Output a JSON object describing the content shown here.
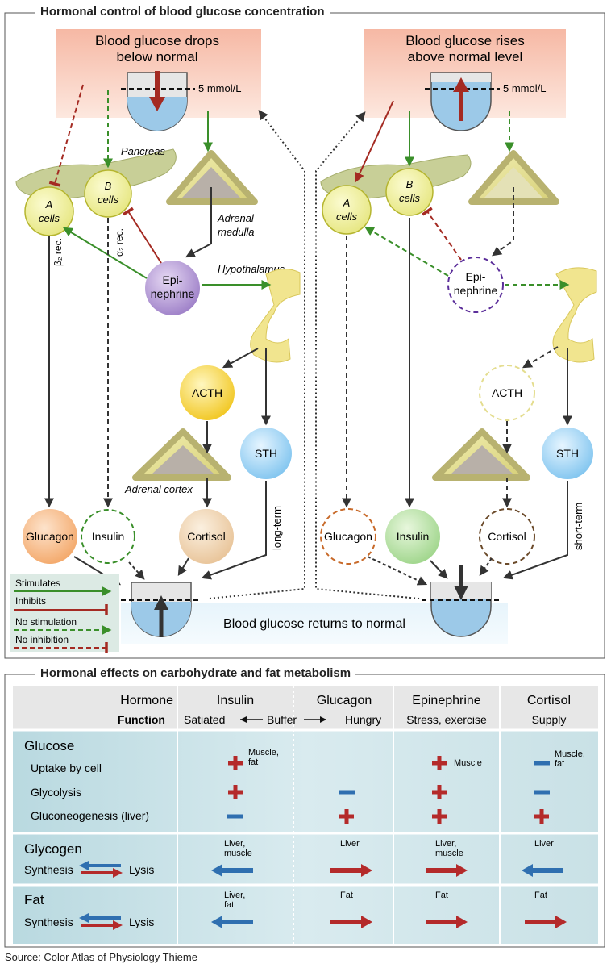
{
  "section1": {
    "title": "Hormonal control of blood glucose concentration",
    "left_header": [
      "Blood glucose drops",
      "below normal"
    ],
    "right_header": [
      "Blood glucose rises",
      "above normal level"
    ],
    "threshold": "5 mmol/L",
    "labels": {
      "pancreas": "Pancreas",
      "a_cells": [
        "A",
        "cells"
      ],
      "b_cells": [
        "B",
        "cells"
      ],
      "adrenal_medulla": [
        "Adrenal",
        "medulla"
      ],
      "hypothalamus": "Hypothalamus",
      "adrenal_cortex": "Adrenal cortex",
      "beta2_rec": "β₂ rec.",
      "alpha2_rec": "α₂ rec.",
      "long_term": "long-term",
      "short_term": "short-term",
      "returns": "Blood glucose returns to normal"
    },
    "hormones": {
      "epinephrine": [
        "Epi-",
        "nephrine"
      ],
      "acth": "ACTH",
      "sth": "STH",
      "glucagon": "Glucagon",
      "insulin": "Insulin",
      "cortisol": "Cortisol"
    },
    "legend": [
      "Stimulates",
      "Inhibits",
      "No stimulation",
      "No inhibition"
    ],
    "colors": {
      "stimulate": "#3a8f2a",
      "inhibit": "#a42a22",
      "header_bg": "#f7c9b8",
      "water": "#8fc1e3"
    }
  },
  "section2": {
    "title": "Hormonal effects on carbohydrate and fat metabolism",
    "header": {
      "hormone": "Hormone",
      "function": "Function",
      "insulin": "Insulin",
      "glucagon": "Glucagon",
      "epinephrine": "Epinephrine",
      "cortisol": "Cortisol",
      "satiated": "Satiated",
      "buffer": "Buffer",
      "hungry": "Hungry",
      "stress": "Stress, exercise",
      "supply": "Supply"
    },
    "glucose": {
      "title": "Glucose",
      "rows": [
        "Uptake by cell",
        "Glycolysis",
        "Gluconeogenesis (liver)"
      ],
      "effects": [
        [
          "+",
          "",
          "+",
          "−"
        ],
        [
          "+",
          "−",
          "+",
          "−"
        ],
        [
          "−",
          "+",
          "+",
          "+"
        ]
      ],
      "notes": {
        "insulin_uptake": [
          "Muscle,",
          "fat"
        ],
        "epi_uptake": "Muscle",
        "cortisol_uptake": [
          "Muscle,",
          "fat"
        ]
      }
    },
    "glycogen": {
      "title": "Glycogen",
      "synthesis": "Synthesis",
      "lysis": "Lysis",
      "directions": [
        "synthesis",
        "lysis",
        "lysis",
        "synthesis"
      ],
      "notes": [
        [
          "Liver,",
          "muscle"
        ],
        [
          "Liver"
        ],
        [
          "Liver,",
          "muscle"
        ],
        [
          "Liver"
        ]
      ]
    },
    "fat": {
      "title": "Fat",
      "synthesis": "Synthesis",
      "lysis": "Lysis",
      "directions": [
        "synthesis",
        "lysis",
        "lysis",
        "lysis"
      ],
      "notes": [
        [
          "Liver,",
          "fat"
        ],
        [
          "Fat"
        ],
        [
          "Fat"
        ],
        [
          "Fat"
        ]
      ]
    },
    "colors": {
      "plus": "#b42a2a",
      "minus": "#2f6fb0",
      "table_bg": "#cfe3e8"
    }
  },
  "source": "Source: Color Atlas of Physiology Thieme"
}
